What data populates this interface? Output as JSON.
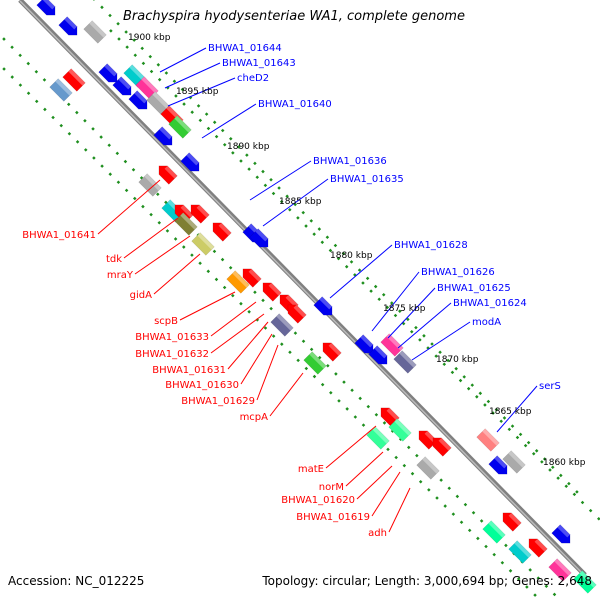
{
  "title": "Brachyspira hyodysenteriae WA1, complete genome",
  "accession": "Accession: NC_012225",
  "summary": "Topology: circular; Length: 3,000,694 bp; Genes: 2,648",
  "colors": {
    "backbone": "#808080",
    "dots": "#1f8f1f",
    "forward_label": "#0000ff",
    "reverse_label": "#ff0000"
  },
  "kbp_ticks": [
    "1900 kbp",
    "1895 kbp",
    "1890 kbp",
    "1885 kbp",
    "1880 kbp",
    "1875 kbp",
    "1870 kbp",
    "1865 kbp",
    "1860 kbp"
  ],
  "forward_labels": [
    "BHWA1_01644",
    "BHWA1_01643",
    "cheD2",
    "BHWA1_01640",
    "BHWA1_01636",
    "BHWA1_01635",
    "BHWA1_01628",
    "BHWA1_01626",
    "BHWA1_01625",
    "BHWA1_01624",
    "modA",
    "serS"
  ],
  "reverse_labels": [
    "BHWA1_01641",
    "tdk",
    "mraY",
    "gidA",
    "scpB",
    "BHWA1_01633",
    "BHWA1_01632",
    "BHWA1_01631",
    "BHWA1_01630",
    "BHWA1_01629",
    "mcpA",
    "matE",
    "norM",
    "BHWA1_01620",
    "BHWA1_01619",
    "adh"
  ],
  "gene_colors": [
    "#0000ee",
    "#ff0000",
    "#00cccc",
    "#aaaaaa",
    "#33cc33",
    "#ff3399",
    "#ff9900",
    "#cccc66",
    "#666699",
    "#7f7f33",
    "#33ff99",
    "#ff8080",
    "#6699cc",
    "#00ff99"
  ]
}
